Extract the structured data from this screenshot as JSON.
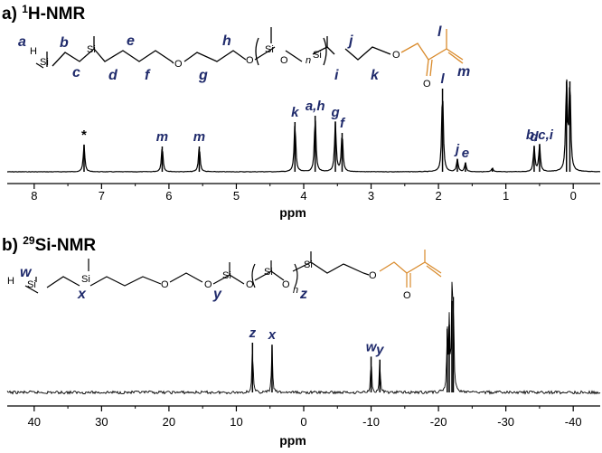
{
  "colors": {
    "text": "#000000",
    "peak_label": "#1f2a6b",
    "hydrogen": "#1a9a9a",
    "methacrylate": "#d98a2b"
  },
  "panel_a": {
    "title_prefix": "a) ",
    "title_sup": "1",
    "title_rest": "H-NMR",
    "structure": {
      "labels": [
        "a",
        "b",
        "c",
        "d",
        "e",
        "f",
        "g",
        "h",
        "i",
        "j",
        "k",
        "l",
        "m"
      ],
      "atoms": {
        "h": "H",
        "si": "Si",
        "o": "O",
        "n": "n"
      }
    }
  },
  "panel_b": {
    "title_prefix": "b) ",
    "title_sup": "29",
    "title_rest": "Si-NMR",
    "structure": {
      "labels": [
        "w",
        "x",
        "y",
        "z"
      ],
      "atoms": {
        "h": "H",
        "si": "Si",
        "o": "O",
        "n": "n"
      }
    }
  },
  "chart_data": [
    {
      "type": "line",
      "nucleus": "1H",
      "xlabel": "ppm",
      "xlim": [
        8.4,
        -0.4
      ],
      "ticks": [
        8,
        7,
        6,
        5,
        4,
        3,
        2,
        1,
        0
      ],
      "peaks": [
        {
          "ppm": 7.26,
          "height": 0.3,
          "label": "*"
        },
        {
          "ppm": 6.1,
          "height": 0.28,
          "label": "m"
        },
        {
          "ppm": 5.55,
          "height": 0.28,
          "label": "m"
        },
        {
          "ppm": 4.13,
          "height": 0.55,
          "label": "k"
        },
        {
          "ppm": 3.83,
          "height": 0.62,
          "label": "a,h"
        },
        {
          "ppm": 3.53,
          "height": 0.55,
          "label": "g"
        },
        {
          "ppm": 3.43,
          "height": 0.43,
          "label": "f"
        },
        {
          "ppm": 1.94,
          "height": 0.92,
          "label": "l"
        },
        {
          "ppm": 1.72,
          "height": 0.14,
          "label": "j"
        },
        {
          "ppm": 1.6,
          "height": 0.1,
          "label": "e"
        },
        {
          "ppm": 1.2,
          "height": 0.04,
          "label": ""
        },
        {
          "ppm": 0.58,
          "height": 0.28,
          "label": "d"
        },
        {
          "ppm": 0.5,
          "height": 0.3,
          "label": "b,c,i"
        },
        {
          "ppm": 0.1,
          "height": 1.0,
          "label": ""
        },
        {
          "ppm": 0.05,
          "height": 1.0,
          "label": ""
        }
      ]
    },
    {
      "type": "line",
      "nucleus": "29Si",
      "xlabel": "ppm",
      "xlim": [
        44,
        -44
      ],
      "ticks": [
        40,
        30,
        20,
        10,
        0,
        -10,
        -20,
        -30,
        -40
      ],
      "peaks": [
        {
          "ppm": 7.6,
          "height": 0.5,
          "label": "z"
        },
        {
          "ppm": 4.7,
          "height": 0.48,
          "label": "x"
        },
        {
          "ppm": -10.0,
          "height": 0.36,
          "label": "w"
        },
        {
          "ppm": -11.3,
          "height": 0.33,
          "label": "y"
        },
        {
          "ppm": -21.3,
          "height": 0.64,
          "label": ""
        },
        {
          "ppm": -21.6,
          "height": 0.68,
          "label": ""
        },
        {
          "ppm": -22.0,
          "height": 0.92,
          "label": ""
        },
        {
          "ppm": -22.2,
          "height": 0.96,
          "label": ""
        }
      ]
    }
  ]
}
